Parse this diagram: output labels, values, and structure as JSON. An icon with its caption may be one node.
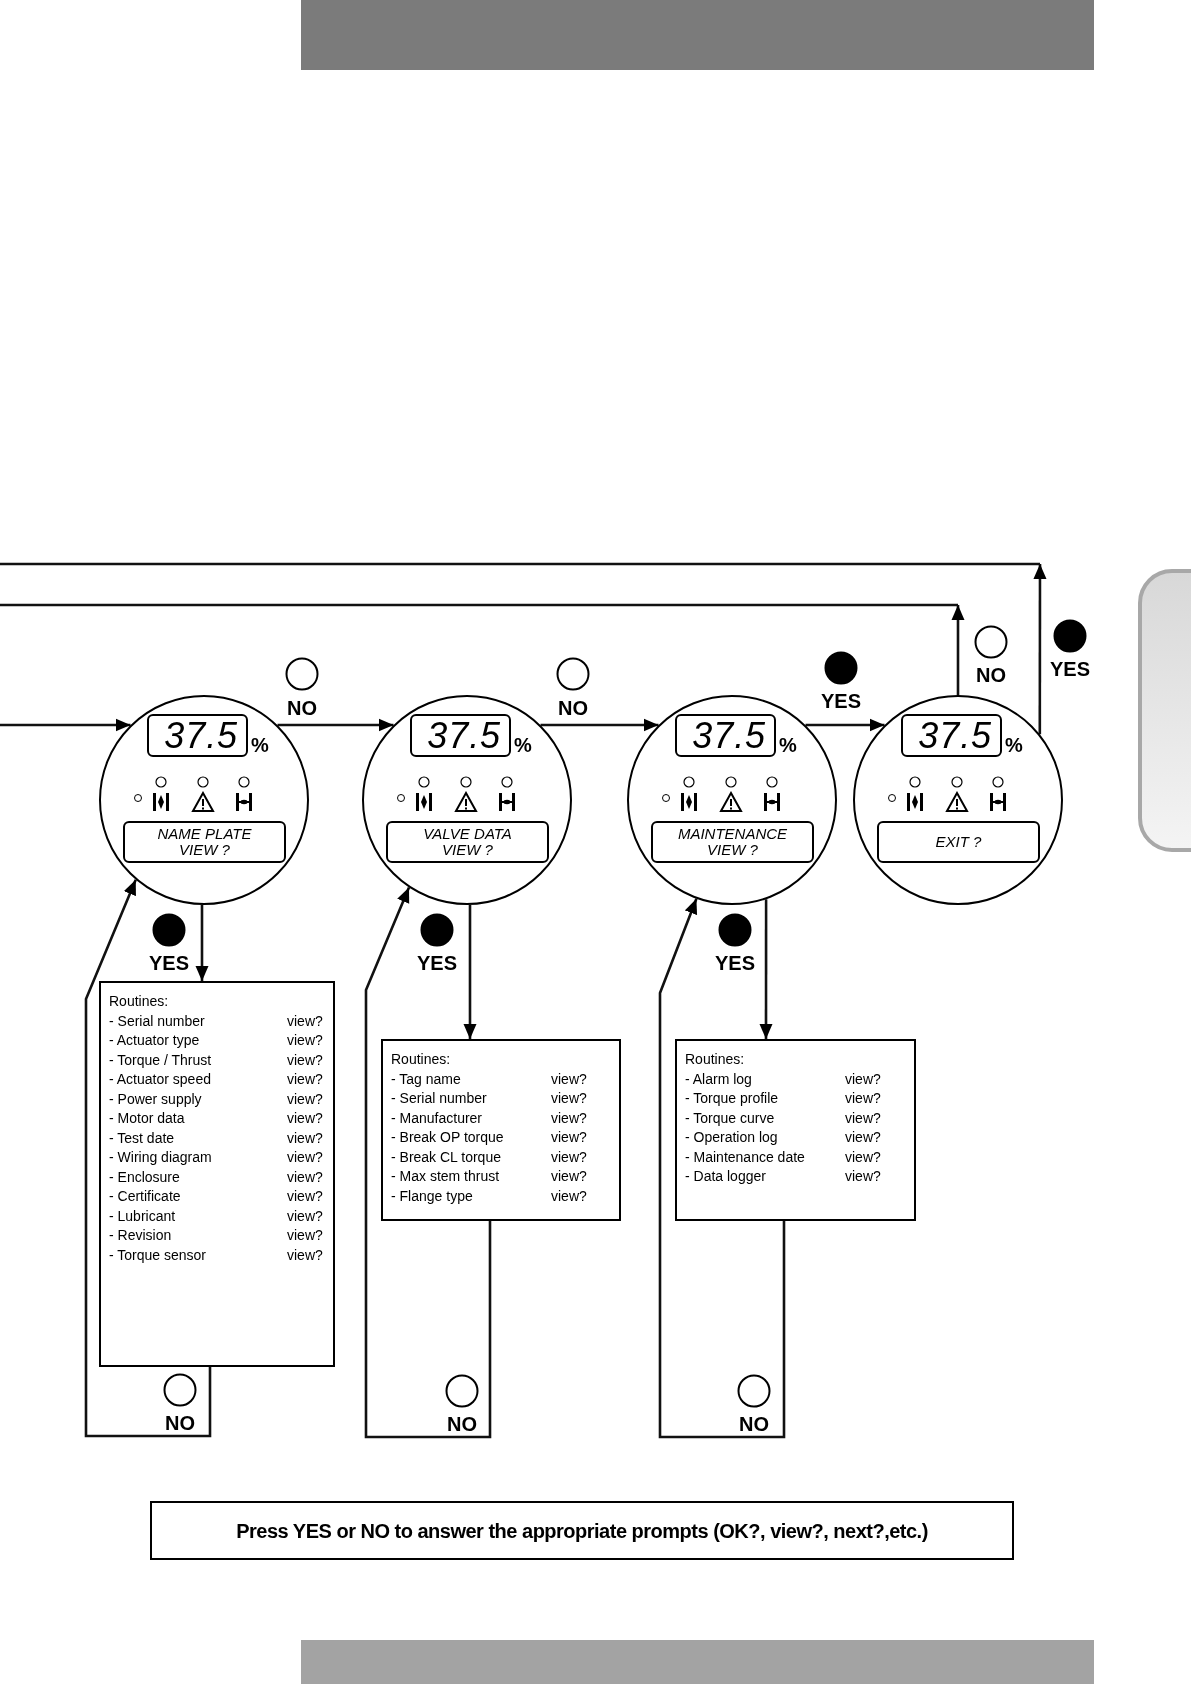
{
  "diagram": {
    "nodes": [
      {
        "text": [
          "37.5",
          "%",
          "NAME PLATE VIEW ?"
        ]
      },
      {
        "text": [
          "37.5",
          "%",
          "VALVE DATA VIEW ?"
        ]
      },
      {
        "text": [
          "37.5",
          "%",
          "MAINTENANCE VIEW ?"
        ]
      },
      {
        "text": [
          "37.5",
          "%",
          "EXIT ?"
        ]
      },
      {
        "text": [
          "Routines:",
          "- Serial number",
          "view?",
          "- Actuator type",
          "view?",
          "- Torque / Thrust",
          "view?",
          "- Actuator speed",
          "view?",
          "- Power supply",
          "view?",
          "- Motor data",
          "view?",
          "- Test date",
          "view?",
          "- Wiring diagram",
          "view?",
          "- Enclosure",
          "view?",
          "- Certificate",
          "view?",
          "- Lubricant",
          "view?",
          "- Revision",
          "view?",
          "- Torque sensor",
          "view?"
        ]
      },
      {
        "text": [
          "Routines:",
          "- Tag name",
          "view?",
          "- Serial number",
          "view?",
          "- Manufacturer",
          "view?",
          "- Break OP torque",
          "view?",
          "- Break CL torque",
          "view?",
          "- Max stem thrust",
          "view?",
          "- Flange type",
          "view?"
        ]
      },
      {
        "text": [
          "Routines:",
          "- Alarm log",
          "view?",
          "- Torque profile",
          "view?",
          "- Torque curve",
          "view?",
          "- Operation log",
          "view?",
          "- Maintenance date",
          "view?",
          "- Data logger",
          "view?"
        ]
      },
      {
        "text": [
          "Press YES or NO to answer the appropriate prompts (OK?, view?, next?,etc.)"
        ]
      },
      {
        "text": [],
        "shape": "box"
      }
    ],
    "edges": [
      {
        "from": null,
        "to": 0,
        "arrow": "to"
      },
      {
        "from": 0,
        "to": 1,
        "arrow": "to",
        "label": "NO"
      },
      {
        "from": 1,
        "to": 2,
        "arrow": "to",
        "label": "NO"
      },
      {
        "from": 2,
        "to": 3,
        "arrow": "to",
        "label": "YES"
      },
      {
        "from": 3,
        "to": null,
        "arrow": "to",
        "label": "NO"
      },
      {
        "from": 3,
        "to": null,
        "arrow": "to",
        "label": "YES"
      },
      {
        "from": 0,
        "to": 4,
        "arrow": "to",
        "label": "YES"
      },
      {
        "from": 4,
        "to": 0,
        "arrow": "to",
        "label": "NO"
      },
      {
        "from": 1,
        "to": 5,
        "arrow": "to",
        "label": "YES"
      },
      {
        "from": 5,
        "to": 1,
        "arrow": "to",
        "label": "NO"
      },
      {
        "from": 2,
        "to": 6,
        "arrow": "to",
        "label": "YES"
      },
      {
        "from": 6,
        "to": 2,
        "arrow": "to",
        "label": "NO"
      }
    ]
  }
}
